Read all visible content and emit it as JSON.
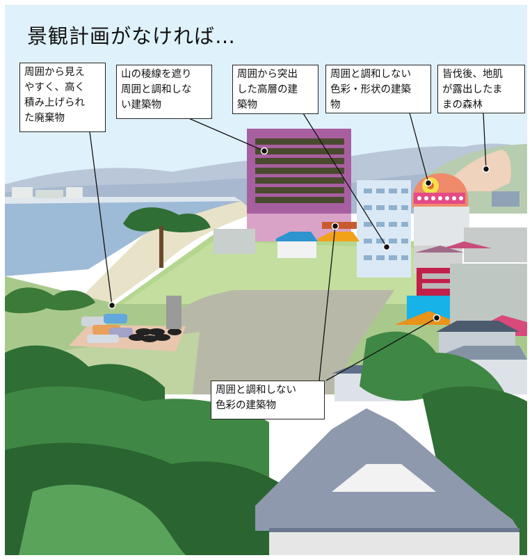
{
  "title": "景観計画がなければ…",
  "callouts": [
    {
      "id": "waste",
      "text": "周囲から見え\nやすく、高く\n積み上げられ\nた廃棄物"
    },
    {
      "id": "ridge",
      "text": "山の稜線を遮り\n周囲と調和しな\nい建築物"
    },
    {
      "id": "highrise",
      "text": "周囲から突出\nした高層の建\n築物"
    },
    {
      "id": "shape",
      "text": "周囲と調和しない\n色彩・形状の建築\n物"
    },
    {
      "id": "forest",
      "text": "皆伐後、地肌\nが露出したま\nまの森林"
    },
    {
      "id": "color",
      "text": "周囲と調和しない\n色彩の建築物"
    }
  ]
}
